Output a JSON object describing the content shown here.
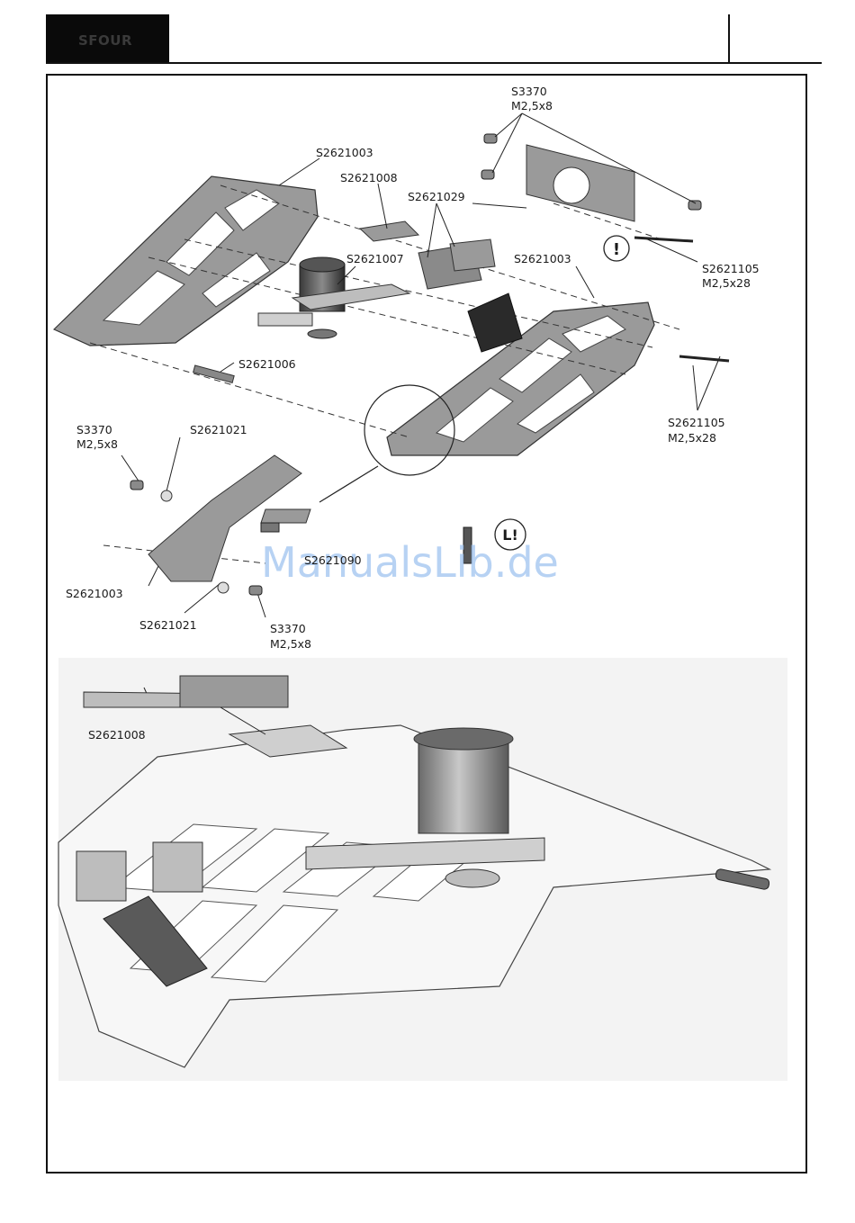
{
  "header": {
    "brand": "SFOUR"
  },
  "labels": {
    "s3370_top": "S3370",
    "m25x8_top": "M2,5x8",
    "s2621003_a": "S2621003",
    "s2621008_a": "S2621008",
    "s2621029": "S2621029",
    "s2621007": "S2621007",
    "s2621003_b": "S2621003",
    "s2621105_a": "S2621105",
    "m25x28_a": "M2,5x28",
    "s2621006": "S2621006",
    "s2621105_b": "S2621105",
    "m25x28_b": "M2,5x28",
    "s3370_mid": "S3370",
    "m25x8_mid": "M2,5x8",
    "s2621021_a": "S2621021",
    "s2621090": "S2621090",
    "s2621003_c": "S2621003",
    "s2621021_b": "S2621021",
    "s3370_bot": "S3370",
    "m25x8_bot": "M2,5x8",
    "s2621008_b": "S2621008",
    "caution_mark": "!",
    "loctite_mark": "L!"
  },
  "watermark": "ManualsLib.de"
}
